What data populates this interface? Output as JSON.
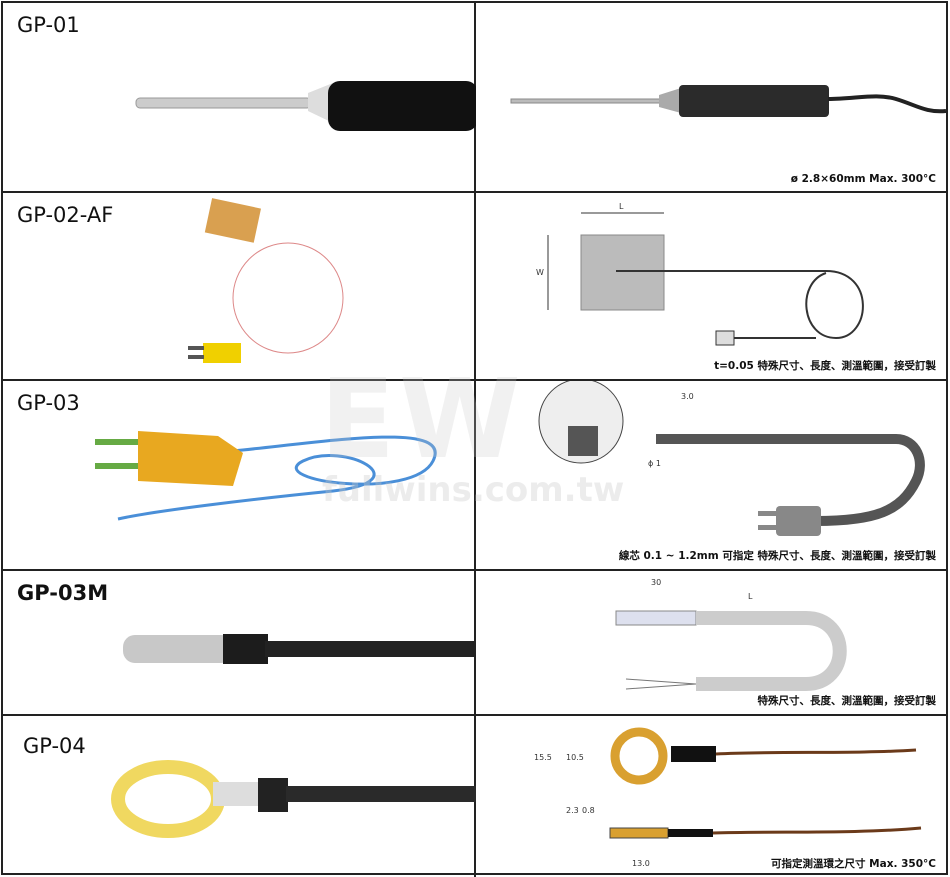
{
  "rows": [
    {
      "model": "GP-01",
      "caption": "ø 2.8×60mm  Max. 300°C"
    },
    {
      "model": "GP-02-AF",
      "caption": "t=0.05  特殊尺寸、長度、測溫範圍，接受訂製",
      "dims": {
        "length": "L",
        "width": "W"
      }
    },
    {
      "model": "GP-03",
      "caption": "線芯 0.1 ~ 1.2mm 可指定  特殊尺寸、長度、測溫範圍，接受訂製",
      "dims": {
        "tip": "3.0",
        "dia": "ϕ 1"
      }
    },
    {
      "model": "GP-03M",
      "caption": "特殊尺寸、長度、測溫範圍，接受訂製",
      "dims": {
        "sheath": "30",
        "length": "L"
      }
    },
    {
      "model": "GP-04",
      "caption": "可指定測溫環之尺寸  Max. 350°C",
      "dims": {
        "outer": "15.5",
        "inner": "10.5",
        "thick": "2.3",
        "gap": "0.8",
        "width": "13.0"
      }
    }
  ],
  "watermark": {
    "logo": "EW",
    "site": "fullwins.com.tw"
  }
}
